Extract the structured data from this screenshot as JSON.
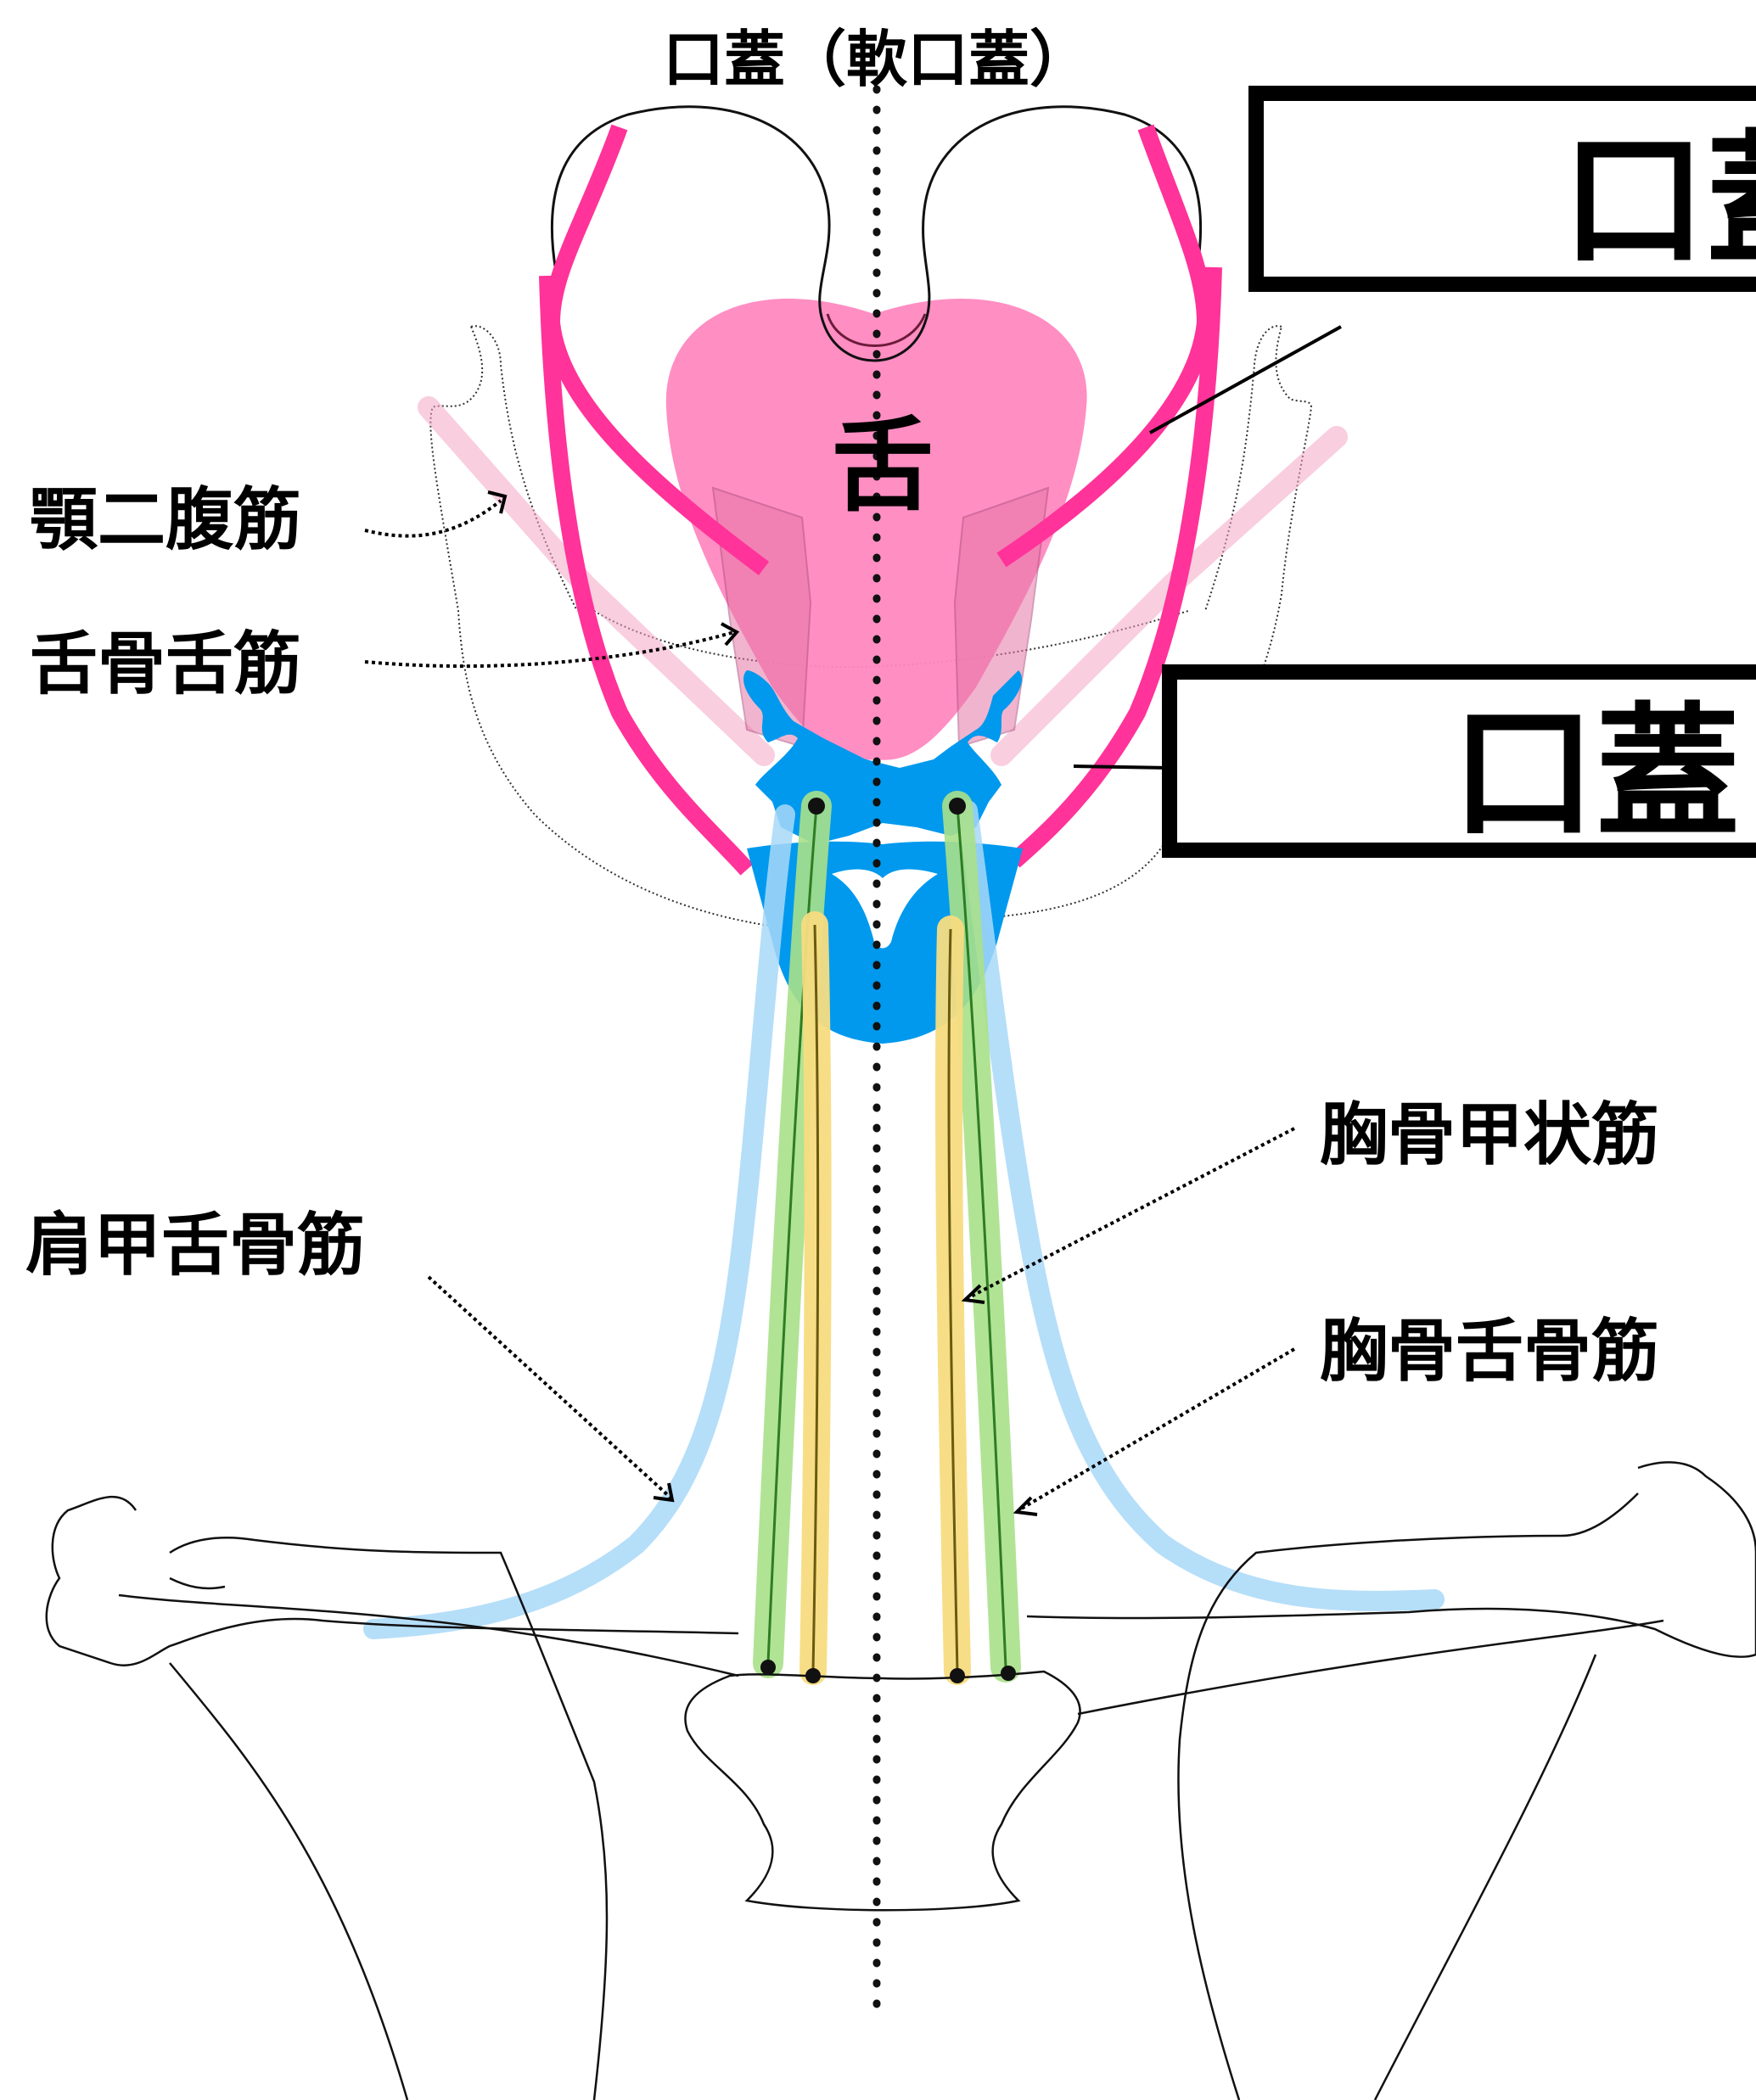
{
  "title": "口蓋（軟口蓋）",
  "tongue_label": "舌",
  "callout_upper": "口蓋",
  "callout_lower": "口蓋",
  "labels": {
    "digastric": "顎二腹筋",
    "hyoglossus": "舌骨舌筋",
    "omohyoid": "肩甲舌骨筋",
    "sternothyroid": "胸骨甲状筋",
    "sternohyoid": "胸骨舌骨筋"
  },
  "colors": {
    "palate_muscle": "#ff3399",
    "tongue": "#ff88c0",
    "hyoid_larynx": "#0099ee",
    "omohyoid": "#a8d8f8",
    "sternothyroid": "#f7dc80",
    "sternohyoid": "#a8e08a"
  }
}
